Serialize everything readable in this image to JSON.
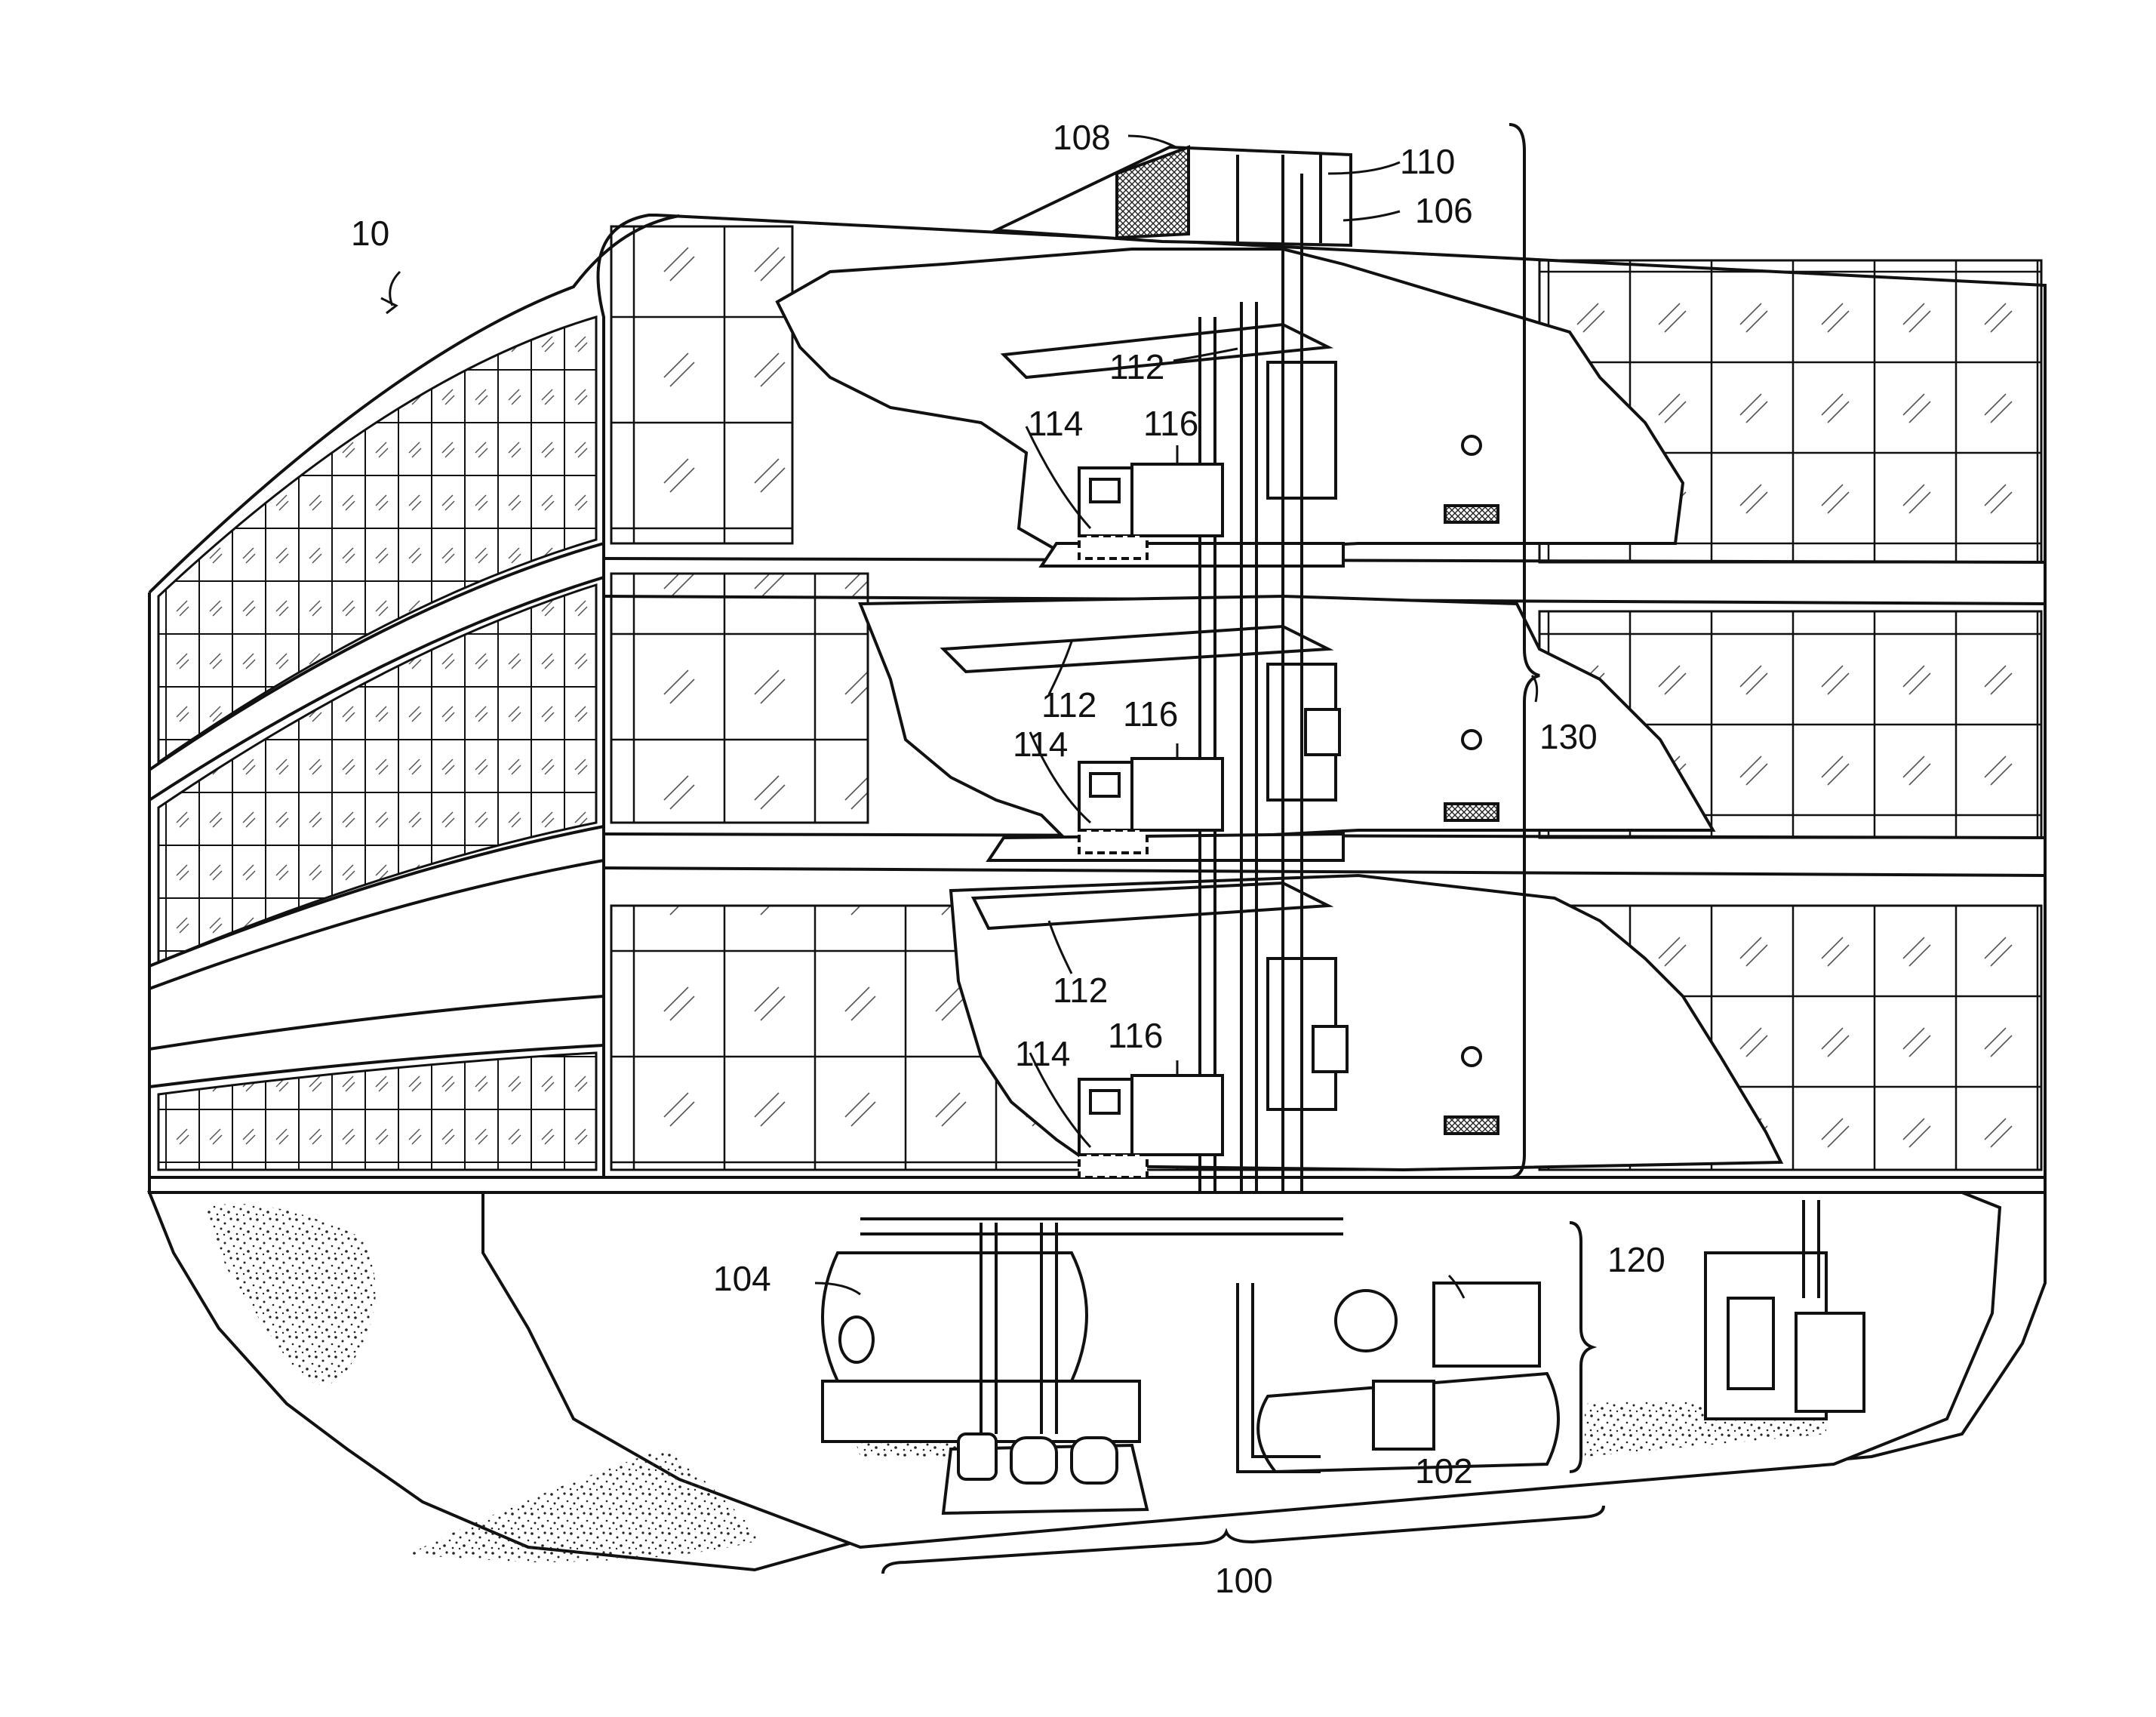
{
  "diagram": {
    "reference_labels": {
      "building": "10",
      "hvac_system": "100",
      "chiller": "102",
      "boiler": "104",
      "rooftop_unit": "106",
      "roof_unit_panel": "108",
      "roof_pipe": "110",
      "supply_duct_top": "112",
      "supply_duct_middle": "112",
      "supply_duct_bottom": "112",
      "ahu_controller_top": "114",
      "ahu_top": "116",
      "ahu_controller_middle": "114",
      "ahu_middle": "116",
      "ahu_controller_bottom": "114",
      "ahu_bottom": "116",
      "waterside_system": "120",
      "airside_system": "130"
    }
  }
}
